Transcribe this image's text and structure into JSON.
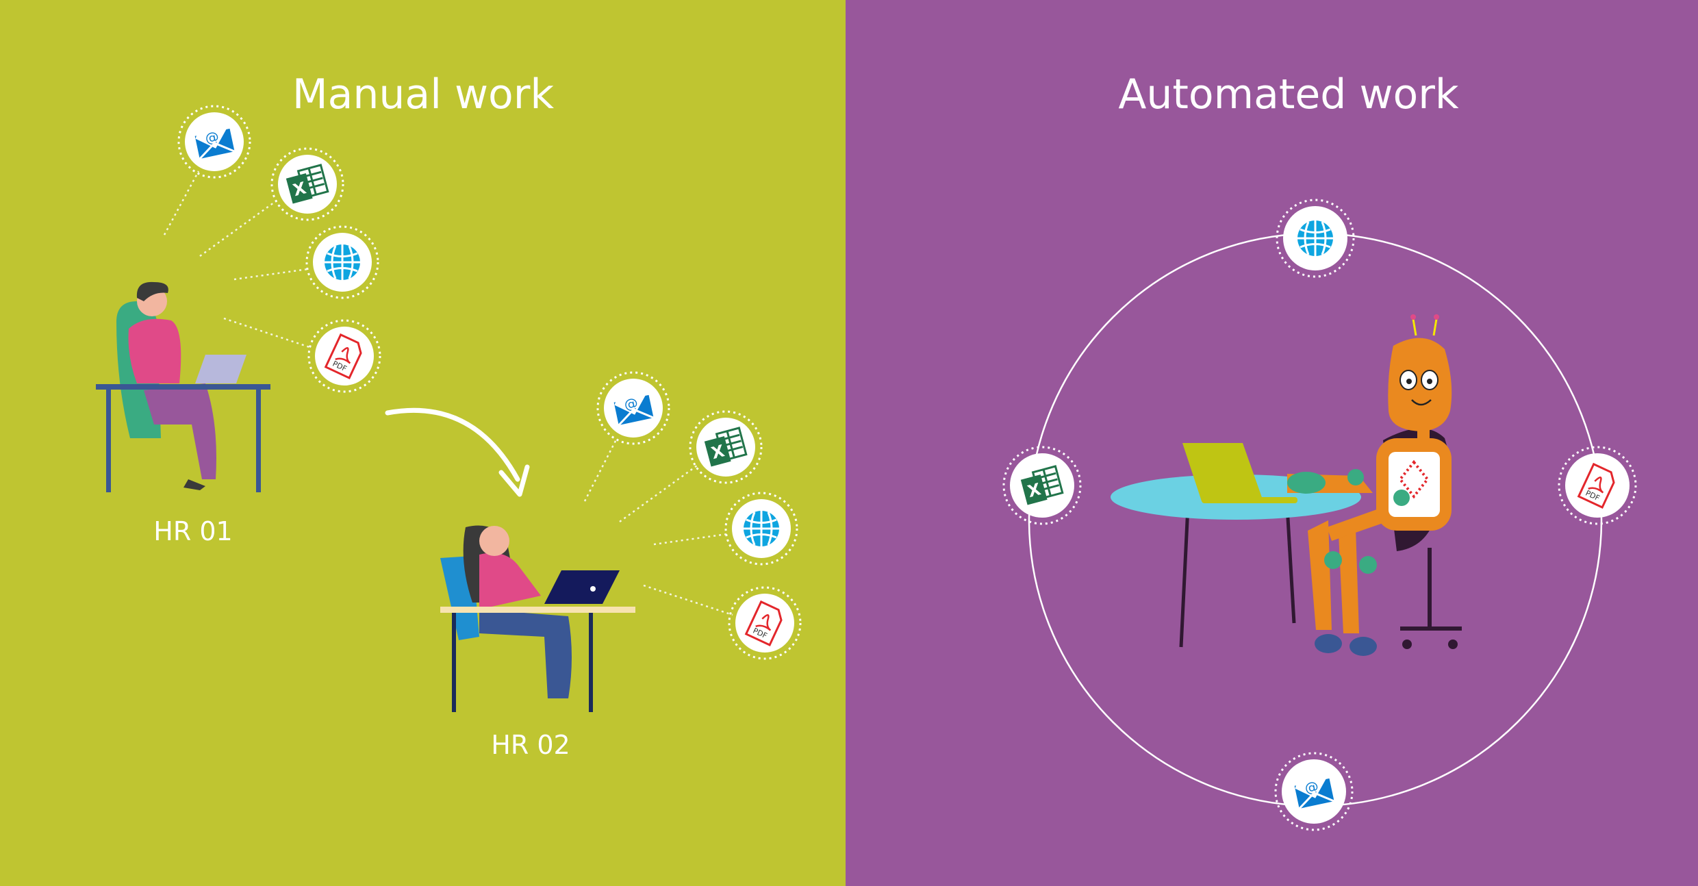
{
  "panels": {
    "manual": {
      "title": "Manual work",
      "background": "#bfc531",
      "people": [
        {
          "label": "HR 01"
        },
        {
          "label": "HR 02"
        }
      ]
    },
    "automated": {
      "title": "Automated work",
      "background": "#98579b"
    }
  },
  "icons": [
    "email-icon",
    "excel-icon",
    "globe-icon",
    "pdf-icon"
  ],
  "pdf_text": "PDF",
  "excel_text": "X",
  "colors": {
    "email": "#0a7cd0",
    "excel": "#21744a",
    "globe": "#0ea5e0",
    "pdf": "#e3262b",
    "robot": "#ea891f"
  }
}
